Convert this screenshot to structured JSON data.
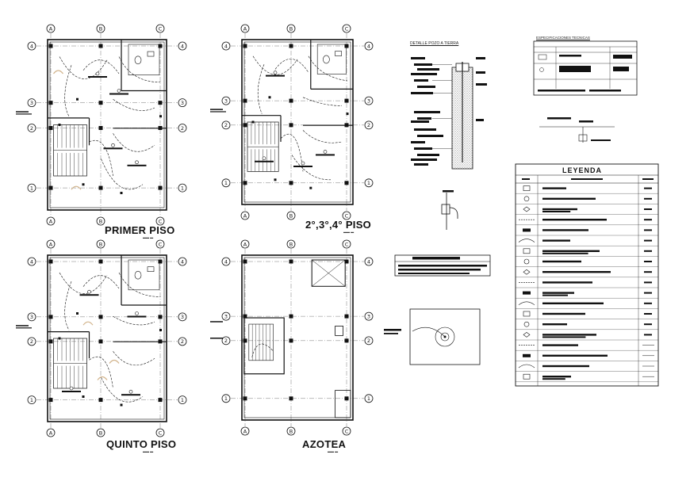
{
  "plans": {
    "primer_piso": {
      "title": "PRIMER PISO"
    },
    "tipico": {
      "title": "2°,3°,4° PISO"
    },
    "quinto": {
      "title": "QUINTO PISO"
    },
    "azotea": {
      "title": "AZOTEA"
    }
  },
  "axis_labels": {
    "columns": [
      "A",
      "B",
      "C"
    ],
    "rows": [
      "4",
      "3",
      "2",
      "1"
    ]
  },
  "detail": {
    "pozo_title": "DETALLE POZO A TIERRA",
    "especificaciones_title": "ESPECIFICACIONES TECNICAS"
  },
  "legend": {
    "title": "LEYENDA"
  },
  "colors": {
    "line": "#111111",
    "accent": "#d2b48c"
  }
}
